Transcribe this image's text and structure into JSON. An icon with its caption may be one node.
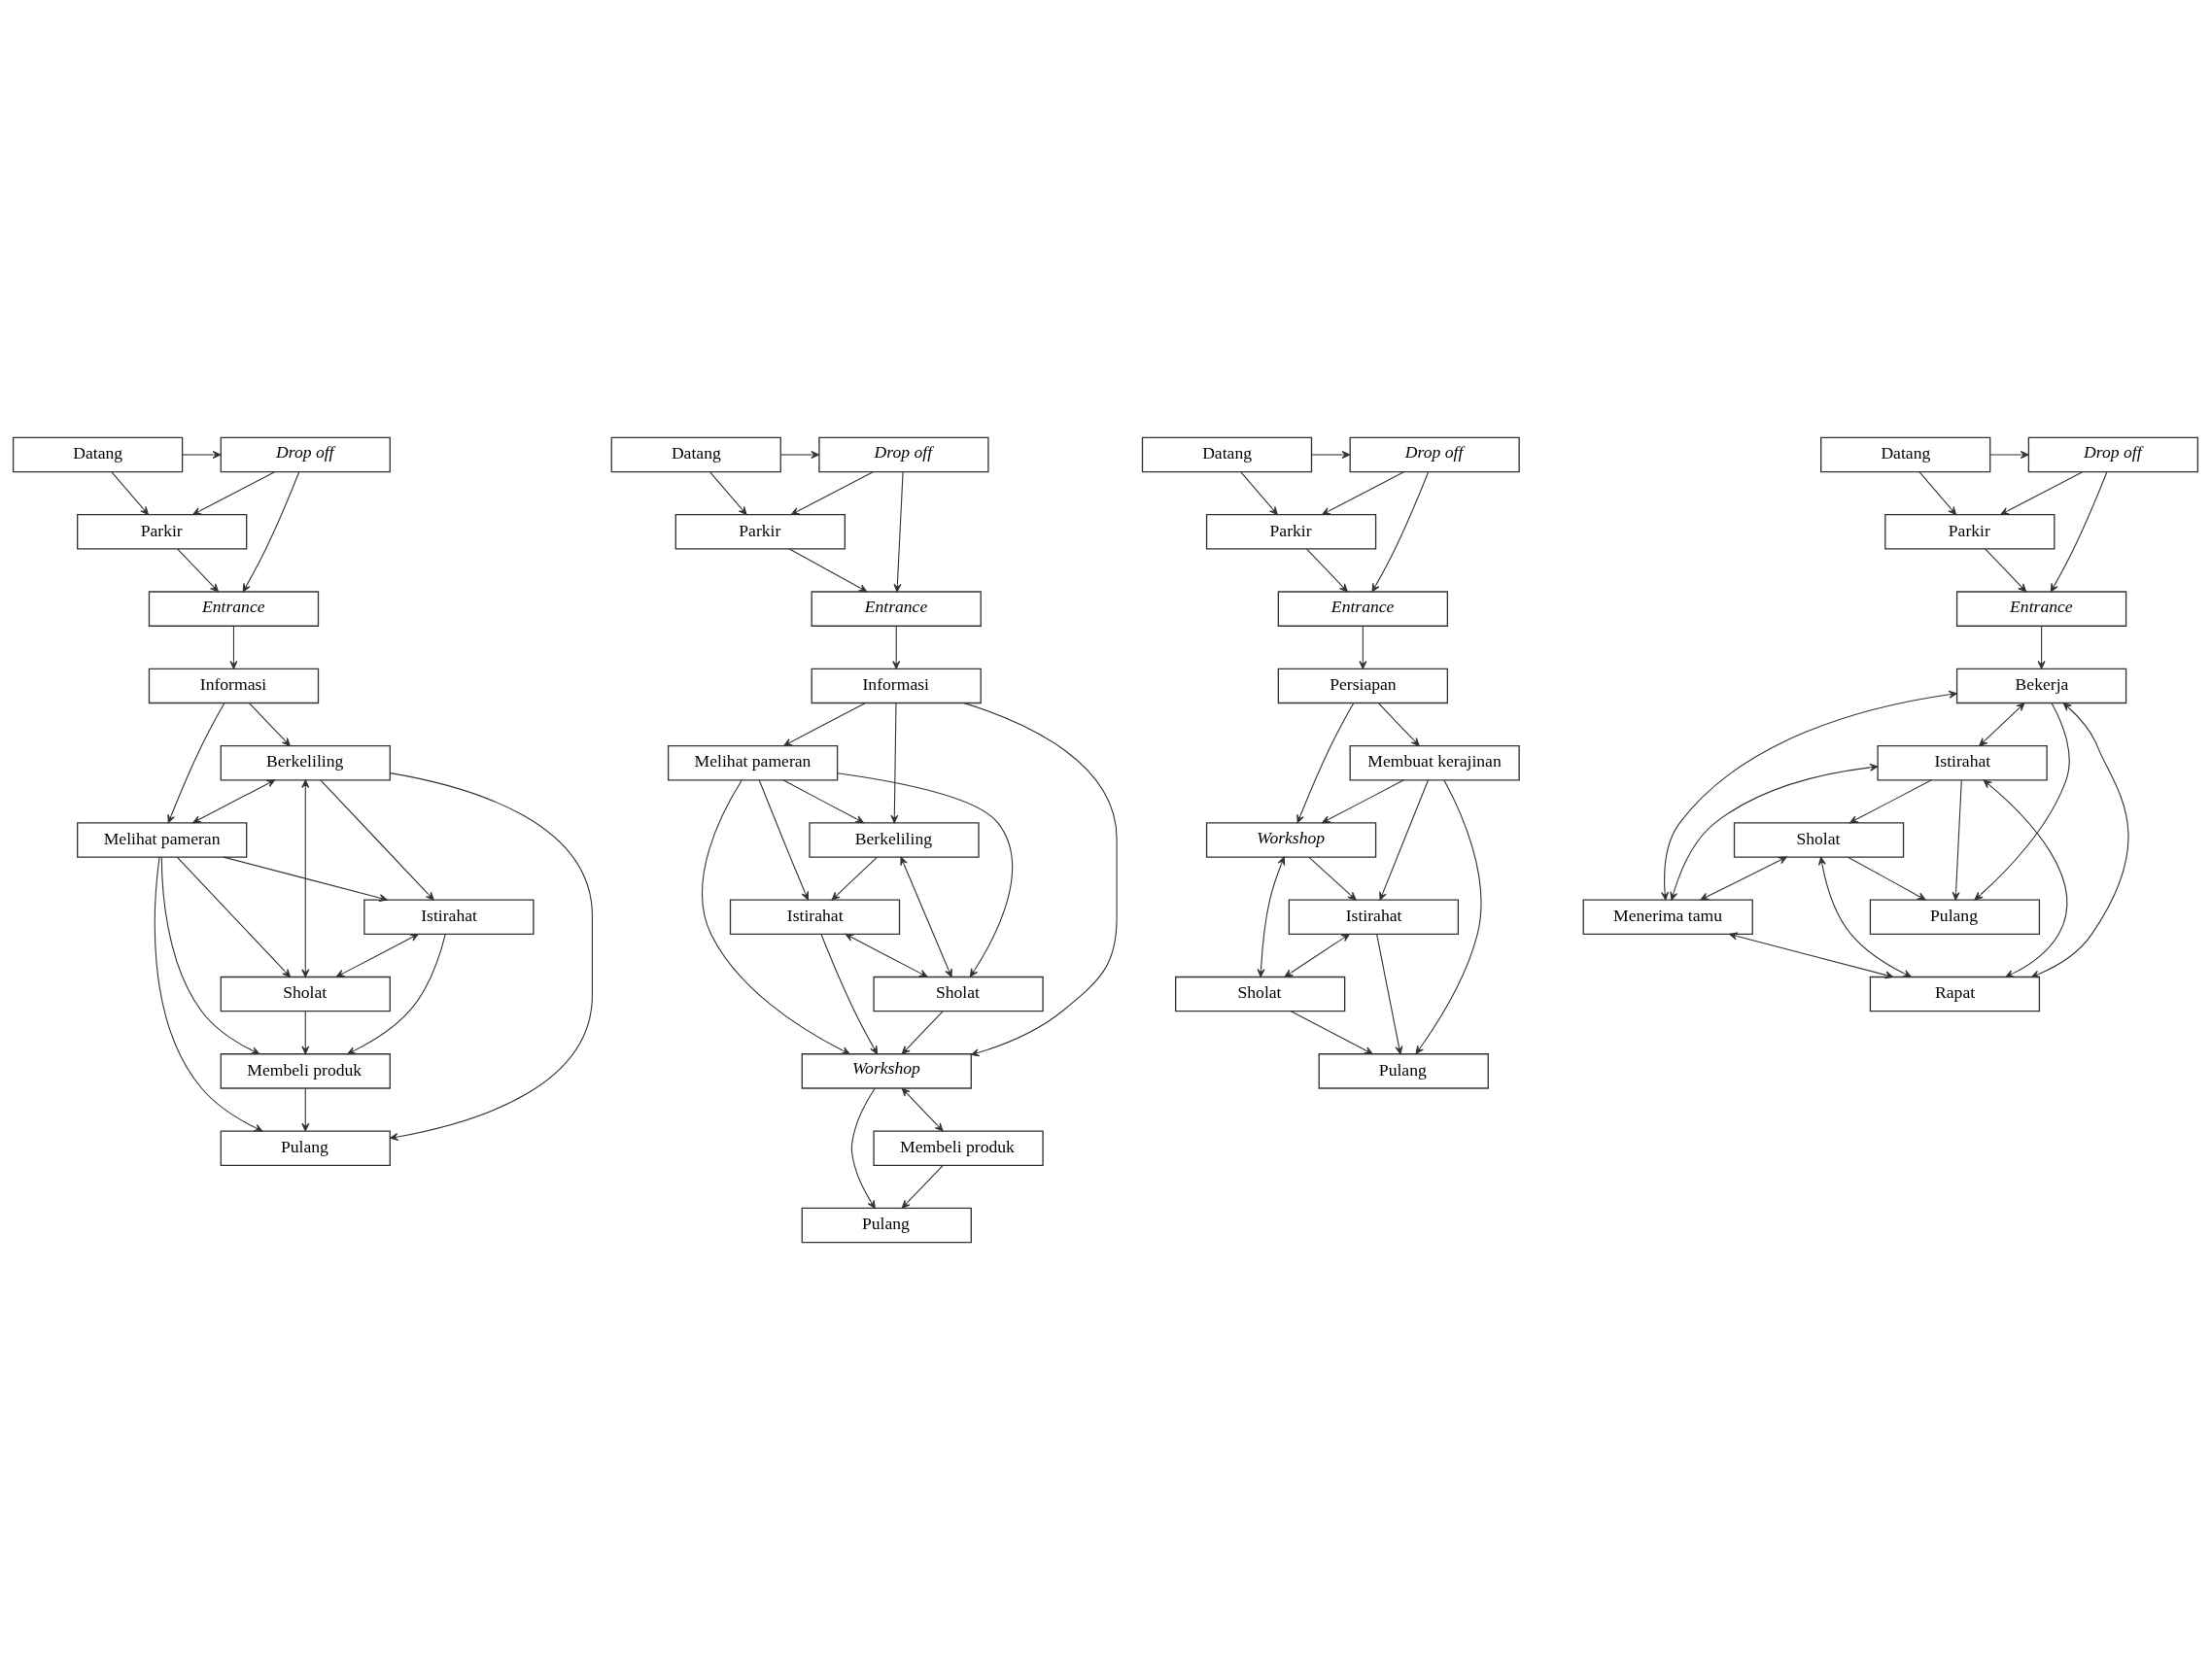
{
  "diagram": {
    "nodes": [
      {
        "text": [
          "Datang"
        ]
      },
      {
        "text": [
          "Drop off"
        ]
      },
      {
        "text": [
          "Parkir"
        ]
      },
      {
        "text": [
          "Entrance"
        ]
      },
      {
        "text": [
          "Istirahat"
        ]
      },
      {
        "text": [
          "Sholat"
        ]
      },
      {
        "text": [
          "Berkeliling"
        ]
      },
      {
        "text": [
          "Melihat pameran"
        ]
      },
      {
        "text": [
          "Informasi"
        ]
      },
      {
        "text": [
          "Membeli produk"
        ]
      },
      {
        "text": [
          "Pulang"
        ]
      },
      {
        "text": [
          "Datang"
        ]
      },
      {
        "text": [
          "Drop off"
        ]
      },
      {
        "text": [
          "Parkir"
        ]
      },
      {
        "text": [
          "Entrance"
        ]
      },
      {
        "text": [
          "Istirahat"
        ]
      },
      {
        "text": [
          "Sholat"
        ]
      },
      {
        "text": [
          "Berkeliling"
        ]
      },
      {
        "text": [
          "Melihat pameran"
        ]
      },
      {
        "text": [
          "Informasi"
        ]
      },
      {
        "text": [
          "Workshop"
        ]
      },
      {
        "text": [
          "Membeli produk"
        ]
      },
      {
        "text": [
          "Pulang"
        ]
      },
      {
        "text": [
          "Datang"
        ]
      },
      {
        "text": [
          "Drop off"
        ]
      },
      {
        "text": [
          "Parkir"
        ]
      },
      {
        "text": [
          "Entrance"
        ]
      },
      {
        "text": [
          "Istirahat"
        ]
      },
      {
        "text": [
          "Sholat"
        ]
      },
      {
        "text": [
          "Workshop"
        ]
      },
      {
        "text": [
          "Membuat kerajinan"
        ]
      },
      {
        "text": [
          "Persiapan"
        ]
      },
      {
        "text": [
          "Pulang"
        ]
      },
      {
        "text": [
          "Datang"
        ]
      },
      {
        "text": [
          "Drop off"
        ]
      },
      {
        "text": [
          "Parkir"
        ]
      },
      {
        "text": [
          "Entrance"
        ]
      },
      {
        "text": [
          "Menerima tamu"
        ]
      },
      {
        "text": [
          "Rapat"
        ]
      },
      {
        "text": [
          "Bekerja"
        ]
      },
      {
        "text": [
          "Istirahat"
        ]
      },
      {
        "text": [
          "Sholat"
        ]
      },
      {
        "text": [
          "Pulang"
        ]
      }
    ],
    "edges": [
      {
        "from": 0,
        "to": 1,
        "arrow": "to"
      },
      {
        "from": 0,
        "to": 2,
        "arrow": "to"
      },
      {
        "from": 1,
        "to": 2,
        "arrow": "to"
      },
      {
        "from": 1,
        "to": 3,
        "arrow": "to"
      },
      {
        "from": 2,
        "to": 3,
        "arrow": "to"
      },
      {
        "from": 3,
        "to": 8,
        "arrow": "to"
      },
      {
        "from": 4,
        "to": 5,
        "arrow": "both"
      },
      {
        "from": 4,
        "to": 9,
        "arrow": "to"
      },
      {
        "from": 6,
        "to": 4,
        "arrow": "to"
      },
      {
        "from": 7,
        "to": 4,
        "arrow": "to"
      },
      {
        "from": 5,
        "to": 6,
        "arrow": "both"
      },
      {
        "from": 6,
        "to": 7,
        "arrow": "both"
      },
      {
        "from": 8,
        "to": 6,
        "arrow": "to"
      },
      {
        "from": 8,
        "to": 7,
        "arrow": "to"
      },
      {
        "from": 7,
        "to": 5,
        "arrow": "to"
      },
      {
        "from": 7,
        "to": 9,
        "arrow": "to"
      },
      {
        "from": 5,
        "to": 9,
        "arrow": "to"
      },
      {
        "from": 7,
        "to": 10,
        "arrow": "to"
      },
      {
        "from": 9,
        "to": 10,
        "arrow": "to"
      },
      {
        "from": 6,
        "to": 10,
        "arrow": "to"
      },
      {
        "from": 11,
        "to": 12,
        "arrow": "to"
      },
      {
        "from": 11,
        "to": 13,
        "arrow": "to"
      },
      {
        "from": 12,
        "to": 13,
        "arrow": "to"
      },
      {
        "from": 12,
        "to": 14,
        "arrow": "to"
      },
      {
        "from": 13,
        "to": 14,
        "arrow": "to"
      },
      {
        "from": 14,
        "to": 19,
        "arrow": "to"
      },
      {
        "from": 15,
        "to": 16,
        "arrow": "both"
      },
      {
        "from": 15,
        "to": 20,
        "arrow": "to"
      },
      {
        "from": 17,
        "to": 15,
        "arrow": "to"
      },
      {
        "from": 18,
        "to": 15,
        "arrow": "to"
      },
      {
        "from": 16,
        "to": 17,
        "arrow": "both"
      },
      {
        "from": 18,
        "to": 17,
        "arrow": "to"
      },
      {
        "from": 19,
        "to": 17,
        "arrow": "to"
      },
      {
        "from": 19,
        "to": 18,
        "arrow": "to"
      },
      {
        "from": 18,
        "to": 16,
        "arrow": "to"
      },
      {
        "from": 16,
        "to": 20,
        "arrow": "to"
      },
      {
        "from": 18,
        "to": 20,
        "arrow": "to"
      },
      {
        "from": 19,
        "to": 20,
        "arrow": "to"
      },
      {
        "from": 20,
        "to": 21,
        "arrow": "both"
      },
      {
        "from": 20,
        "to": 22,
        "arrow": "to"
      },
      {
        "from": 21,
        "to": 22,
        "arrow": "to"
      },
      {
        "from": 23,
        "to": 24,
        "arrow": "to"
      },
      {
        "from": 23,
        "to": 25,
        "arrow": "to"
      },
      {
        "from": 24,
        "to": 25,
        "arrow": "to"
      },
      {
        "from": 24,
        "to": 26,
        "arrow": "to"
      },
      {
        "from": 25,
        "to": 26,
        "arrow": "to"
      },
      {
        "from": 26,
        "to": 31,
        "arrow": "to"
      },
      {
        "from": 27,
        "to": 28,
        "arrow": "both"
      },
      {
        "from": 29,
        "to": 27,
        "arrow": "to"
      },
      {
        "from": 30,
        "to": 27,
        "arrow": "to"
      },
      {
        "from": 28,
        "to": 29,
        "arrow": "both"
      },
      {
        "from": 31,
        "to": 29,
        "arrow": "to"
      },
      {
        "from": 30,
        "to": 29,
        "arrow": "to"
      },
      {
        "from": 31,
        "to": 30,
        "arrow": "to"
      },
      {
        "from": 30,
        "to": 32,
        "arrow": "to"
      },
      {
        "from": 28,
        "to": 32,
        "arrow": "to"
      },
      {
        "from": 27,
        "to": 32,
        "arrow": "to"
      },
      {
        "from": 33,
        "to": 34,
        "arrow": "to"
      },
      {
        "from": 33,
        "to": 35,
        "arrow": "to"
      },
      {
        "from": 34,
        "to": 35,
        "arrow": "to"
      },
      {
        "from": 34,
        "to": 36,
        "arrow": "to"
      },
      {
        "from": 35,
        "to": 36,
        "arrow": "to"
      },
      {
        "from": 36,
        "to": 39,
        "arrow": "to"
      },
      {
        "from": 37,
        "to": 39,
        "arrow": "both"
      },
      {
        "from": 37,
        "to": 38,
        "arrow": "both"
      },
      {
        "from": 38,
        "to": 39,
        "arrow": "both"
      },
      {
        "from": 41,
        "to": 37,
        "arrow": "both"
      },
      {
        "from": 41,
        "to": 38,
        "arrow": "both"
      },
      {
        "from": 40,
        "to": 37,
        "arrow": "both"
      },
      {
        "from": 40,
        "to": 38,
        "arrow": "both"
      },
      {
        "from": 39,
        "to": 40,
        "arrow": "both"
      },
      {
        "from": 39,
        "to": 42,
        "arrow": "to"
      },
      {
        "from": 40,
        "to": 41,
        "arrow": "to"
      },
      {
        "from": 40,
        "to": 42,
        "arrow": "to"
      },
      {
        "from": 41,
        "to": 42,
        "arrow": "to"
      }
    ]
  }
}
